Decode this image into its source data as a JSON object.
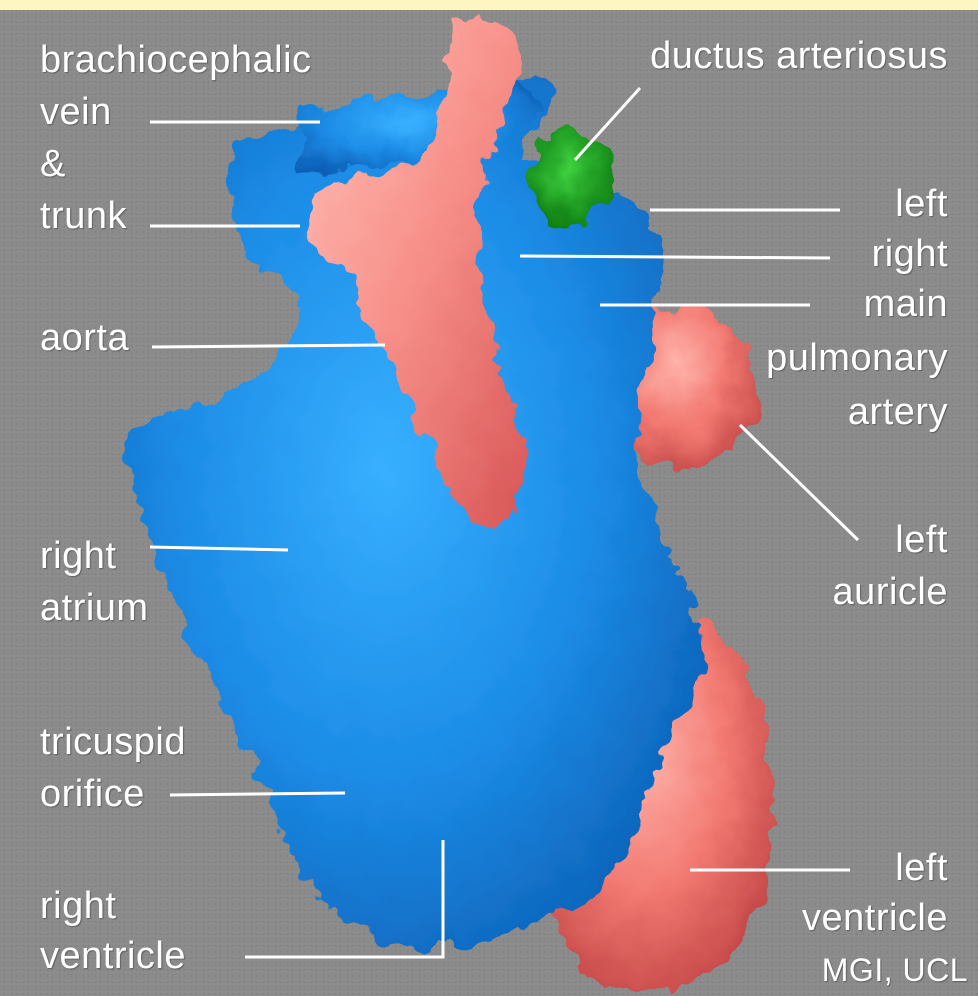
{
  "labels": {
    "brachiocephalic": "brachiocephalic",
    "vein": "vein",
    "amp": "&",
    "trunk": "trunk",
    "aorta": "aorta",
    "right_atrium_1": "right",
    "right_atrium_2": "atrium",
    "tricuspid_1": "tricuspid",
    "tricuspid_2": "orifice",
    "right_ventricle_1": "right",
    "right_ventricle_2": "ventricle",
    "ductus": "ductus arteriosus",
    "pa_left": "left",
    "pa_right": "right",
    "pa_main": "main",
    "pa_pulmonary": "pulmonary",
    "pa_artery": "artery",
    "auricle_1": "left",
    "auricle_2": "auricle",
    "lv_1": "left",
    "lv_2": "ventricle",
    "credit": "MGI, UCL"
  },
  "colors": {
    "background_border": "#fdf5c2",
    "canvas": "#8a8a8a",
    "venous_blue": "#1d8fe8",
    "arterial_pink": "#f26d6d",
    "ductus_green": "#1aa31a",
    "leader_line": "#ffffff"
  }
}
